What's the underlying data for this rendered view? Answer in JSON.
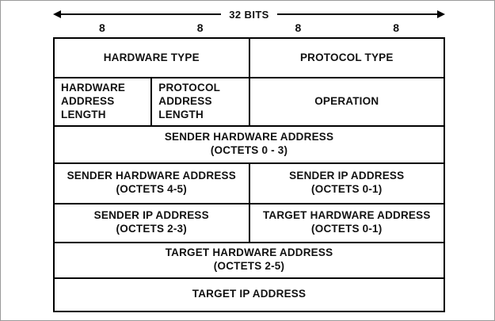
{
  "header": {
    "bits_label": "32 BITS",
    "byte_labels": [
      "8",
      "8",
      "8",
      "8"
    ]
  },
  "table": {
    "rows": [
      {
        "cells": [
          {
            "title": "HARDWARE TYPE"
          },
          {
            "title": "PROTOCOL TYPE"
          }
        ]
      },
      {
        "cells": [
          {
            "title": "HARDWARE ADDRESS LENGTH"
          },
          {
            "title": "PROTOCOL ADDRESS LENGTH"
          },
          {
            "title": "OPERATION"
          }
        ]
      },
      {
        "cells": [
          {
            "title": "SENDER HARDWARE ADDRESS",
            "subtitle": "(OCTETS 0 - 3)"
          }
        ]
      },
      {
        "cells": [
          {
            "title": "SENDER HARDWARE ADDRESS",
            "subtitle": "(OCTETS 4-5)"
          },
          {
            "title": "SENDER IP ADDRESS",
            "subtitle": "(OCTETS 0-1)"
          }
        ]
      },
      {
        "cells": [
          {
            "title": "SENDER IP ADDRESS",
            "subtitle": "(OCTETS 2-3)"
          },
          {
            "title": "TARGET HARDWARE ADDRESS",
            "subtitle": "(OCTETS 0-1)"
          }
        ]
      },
      {
        "cells": [
          {
            "title": "TARGET HARDWARE ADDRESS",
            "subtitle": "(OCTETS 2-5)"
          }
        ]
      },
      {
        "cells": [
          {
            "title": "TARGET IP ADDRESS"
          }
        ]
      }
    ]
  },
  "colors": {
    "border": "#000000",
    "background": "#ffffff",
    "text": "#111111"
  }
}
